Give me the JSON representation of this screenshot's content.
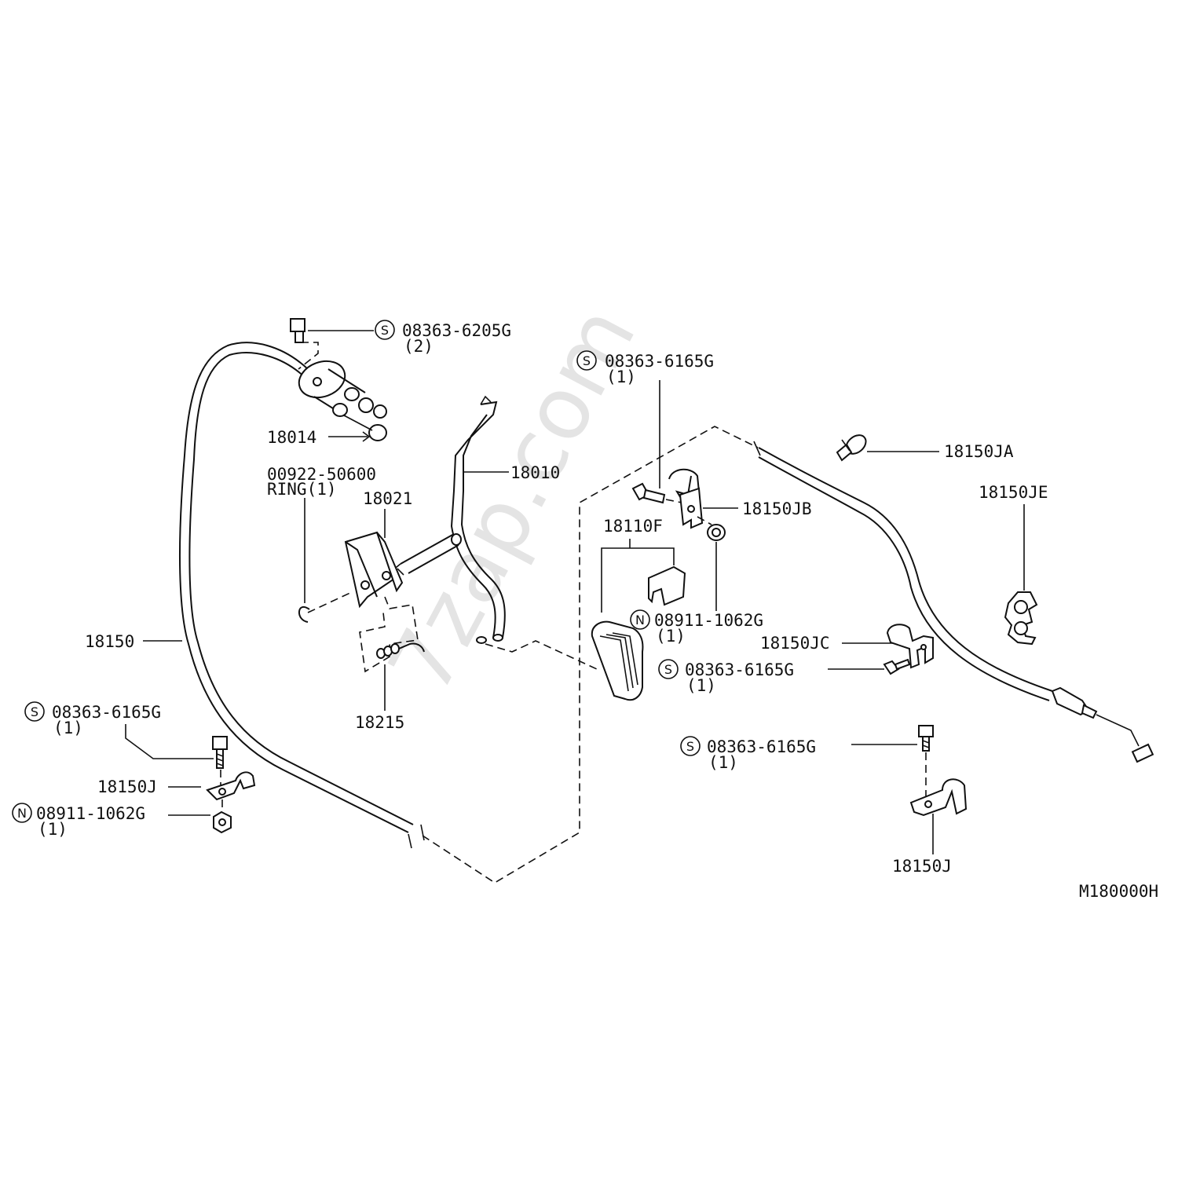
{
  "watermark": "7zap.com",
  "diagram_code": "M180000H",
  "symbols": {
    "screw": "S",
    "nut": "N"
  },
  "labels": {
    "bolt_6205": {
      "part": "08363-6205G",
      "qty": "(2)"
    },
    "p18014": "18014",
    "ring_part": "00922-50600",
    "ring_qty": "RING(1)",
    "p18021": "18021",
    "p18010": "18010",
    "p18150": "18150",
    "p18215": "18215",
    "bolt_left": {
      "part": "08363-6165G",
      "qty": "(1)"
    },
    "p18150J_left": "18150J",
    "nut_left": {
      "part": "08911-1062G",
      "qty": "(1)"
    },
    "bolt_top": {
      "part": "08363-6165G",
      "qty": "(1)"
    },
    "p18150JB": "18150JB",
    "p18110F": "18110F",
    "nut_mid": {
      "part": "08911-1062G",
      "qty": "(1)"
    },
    "p18150JC": "18150JC",
    "bolt_mid": {
      "part": "08363-6165G",
      "qty": "(1)"
    },
    "bolt_right": {
      "part": "08363-6165G",
      "qty": "(1)"
    },
    "p18150J_right": "18150J",
    "p18150JA": "18150JA",
    "p18150JE": "18150JE"
  }
}
